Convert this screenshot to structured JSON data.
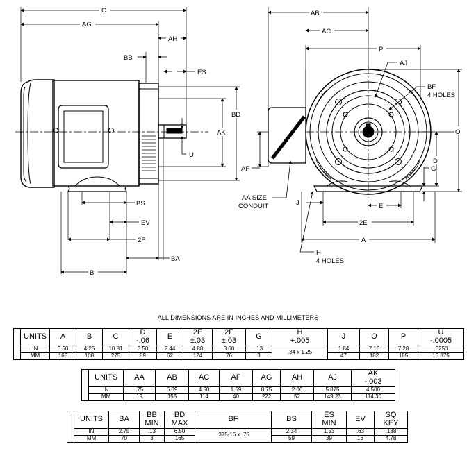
{
  "drawing": {
    "labels": {
      "C": "C",
      "AG": "AG",
      "AH": "AH",
      "BB": "BB",
      "ES": "ES",
      "BD": "BD",
      "AK": "AK",
      "U": "U",
      "BS": "BS",
      "EV": "EV",
      "F2": "2F",
      "BA": "BA",
      "B": "B",
      "AB": "AB",
      "AC": "AC",
      "P": "P",
      "AJ": "AJ",
      "BF": "BF",
      "BF_holes": "4 HOLES",
      "O": "O",
      "D": "D",
      "G": "G",
      "AF": "AF",
      "AA1": "AA SIZE",
      "AA2": "CONDUIT",
      "J": "J",
      "E": "E",
      "E2": "2E",
      "A": "A",
      "H": "H",
      "H_holes": "4 HOLES"
    }
  },
  "heading": "ALL DIMENSIONS ARE IN INCHES AND MILLIMETERS",
  "table1": {
    "headers": [
      [
        "UNITS"
      ],
      [
        "A"
      ],
      [
        "B"
      ],
      [
        "C"
      ],
      [
        "D",
        "-.06"
      ],
      [
        "E"
      ],
      [
        "2E",
        "±.03"
      ],
      [
        "2F",
        "±.03"
      ],
      [
        "G"
      ],
      [
        "H",
        "+.005"
      ],
      [
        "J"
      ],
      [
        "O"
      ],
      [
        "P"
      ],
      [
        "U",
        "-.0005"
      ]
    ],
    "in": [
      "IN",
      "6.50",
      "4.25",
      "10.81",
      "3.50",
      "2.44",
      "4.88",
      "3.00",
      ".13",
      ".34 x 1.25",
      "1.84",
      "7.16",
      "7.28",
      ".6250"
    ],
    "mm": [
      "MM",
      "165",
      "108",
      "275",
      "89",
      "62",
      "124",
      "76",
      "3",
      "",
      "47",
      "182",
      "185",
      "15.875"
    ]
  },
  "table2": {
    "headers": [
      [
        "UNITS"
      ],
      [
        "AA"
      ],
      [
        "AB"
      ],
      [
        "AC"
      ],
      [
        "AF"
      ],
      [
        "AG"
      ],
      [
        "AH"
      ],
      [
        "AJ"
      ],
      [
        "AK",
        "-.003"
      ]
    ],
    "in": [
      "IN",
      ".75",
      "6.09",
      "4.50",
      "1.59",
      "8.75",
      "2.06",
      "5.875",
      "4.500"
    ],
    "mm": [
      "MM",
      "19",
      "155",
      "114",
      "40",
      "222",
      "52",
      "149.23",
      "114.30"
    ]
  },
  "table3": {
    "headers": [
      [
        "UNITS"
      ],
      [
        "BA"
      ],
      [
        "BB",
        "MIN"
      ],
      [
        "BD",
        "MAX"
      ],
      [
        "BF"
      ],
      [
        "BS"
      ],
      [
        "ES",
        "MIN"
      ],
      [
        "EV"
      ],
      [
        "SQ",
        "KEY"
      ]
    ],
    "in": [
      "IN",
      "2.75",
      ".13",
      "6.50",
      ".375-16 x .75",
      "2.34",
      "1.53",
      ".63",
      ".188"
    ],
    "mm": [
      "MM",
      "70",
      "3",
      "165",
      "",
      "59",
      "39",
      "16",
      "4.78"
    ]
  }
}
